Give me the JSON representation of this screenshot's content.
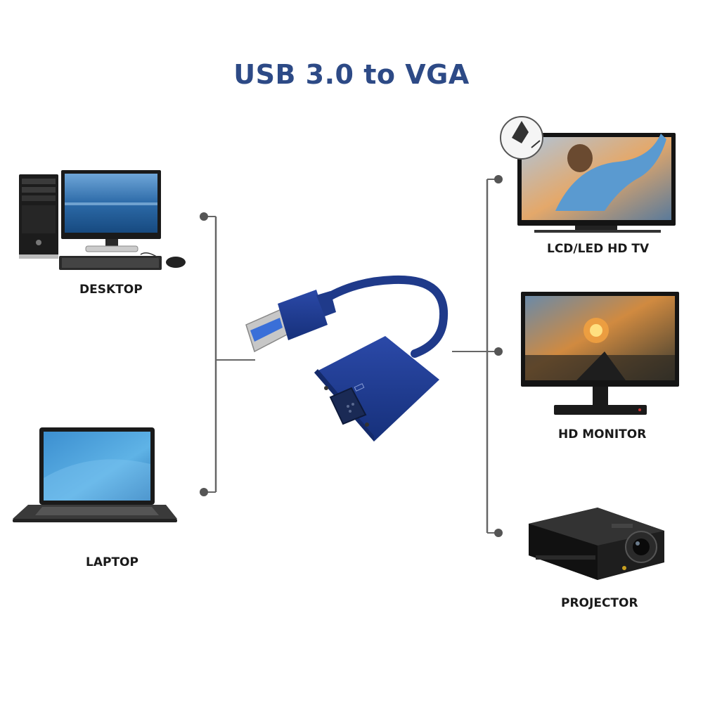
{
  "title": "USB 3.0 to VGA",
  "sources": [
    {
      "label": "DESKTOP",
      "icon": "desktop-computer-icon"
    },
    {
      "label": "LAPTOP",
      "icon": "laptop-icon"
    }
  ],
  "adapter": {
    "icon": "usb-to-vga-adapter-icon"
  },
  "targets": [
    {
      "label": "LCD/LED HD TV",
      "icon": "tv-icon"
    },
    {
      "label": "HD MONITOR",
      "icon": "monitor-icon"
    },
    {
      "label": "PROJECTOR",
      "icon": "projector-icon"
    }
  ],
  "colors": {
    "title": "#2d4a86",
    "adapter": "#1f3a8a",
    "connector_line": "#555555"
  }
}
